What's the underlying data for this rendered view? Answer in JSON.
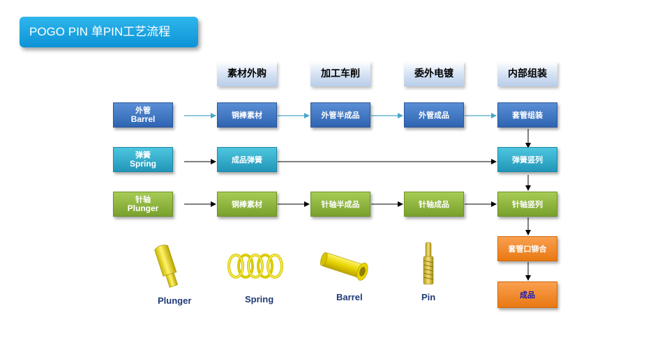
{
  "title": "POGO PIN 单PIN工艺流程",
  "headers": [
    "素材外购",
    "加工车削",
    "委外电镀",
    "内部组装"
  ],
  "rows": {
    "barrel": {
      "source_cn": "外管",
      "source_en": "Barrel",
      "step1": "铜棒素材",
      "step2": "外管半成品",
      "step3": "外管成品",
      "step4": "套管组装"
    },
    "spring": {
      "source_cn": "弹簧",
      "source_en": "Spring",
      "step1": "成品弹簧",
      "step4": "弹簧竖列"
    },
    "plunger": {
      "source_cn": "针轴",
      "source_en": "Plunger",
      "step1": "铜棒素材",
      "step2": "针轴半成品",
      "step3": "针轴成品",
      "step4": "针轴竖列"
    }
  },
  "final_steps": [
    "套管口铆合",
    "成品"
  ],
  "parts": [
    "Plunger",
    "Spring",
    "Barrel",
    "Pin"
  ],
  "colors": {
    "blue": "#3a6fc0",
    "cyan": "#2aa6c6",
    "green": "#8ab53c",
    "orange": "#f08a28",
    "title": "#1aa3e0"
  }
}
